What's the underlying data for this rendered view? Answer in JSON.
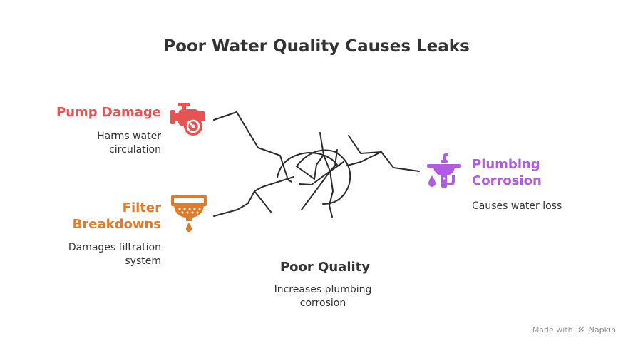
{
  "title": "Poor Water Quality Causes Leaks",
  "nodes": {
    "pump_damage": {
      "label": "Pump Damage",
      "description": "Harms water circulation",
      "color": "#e55353"
    },
    "filter_breakdowns": {
      "label_line1": "Filter",
      "label_line2": "Breakdowns",
      "description": "Damages filtration system",
      "color": "#e07b2a"
    },
    "plumbing_corrosion": {
      "label_line1": "Plumbing",
      "label_line2": "Corrosion",
      "description": "Causes water loss",
      "color": "#b05ce0"
    },
    "poor_quality": {
      "label": "Poor Quality",
      "description": "Increases plumbing corrosion",
      "color": "#333333"
    }
  },
  "icons": {
    "pump": "pump-icon",
    "filter": "filter-icon",
    "sink": "sink-icon",
    "crack": "crack-icon"
  },
  "footer": {
    "made_with": "Made with",
    "brand": "Napkin"
  }
}
